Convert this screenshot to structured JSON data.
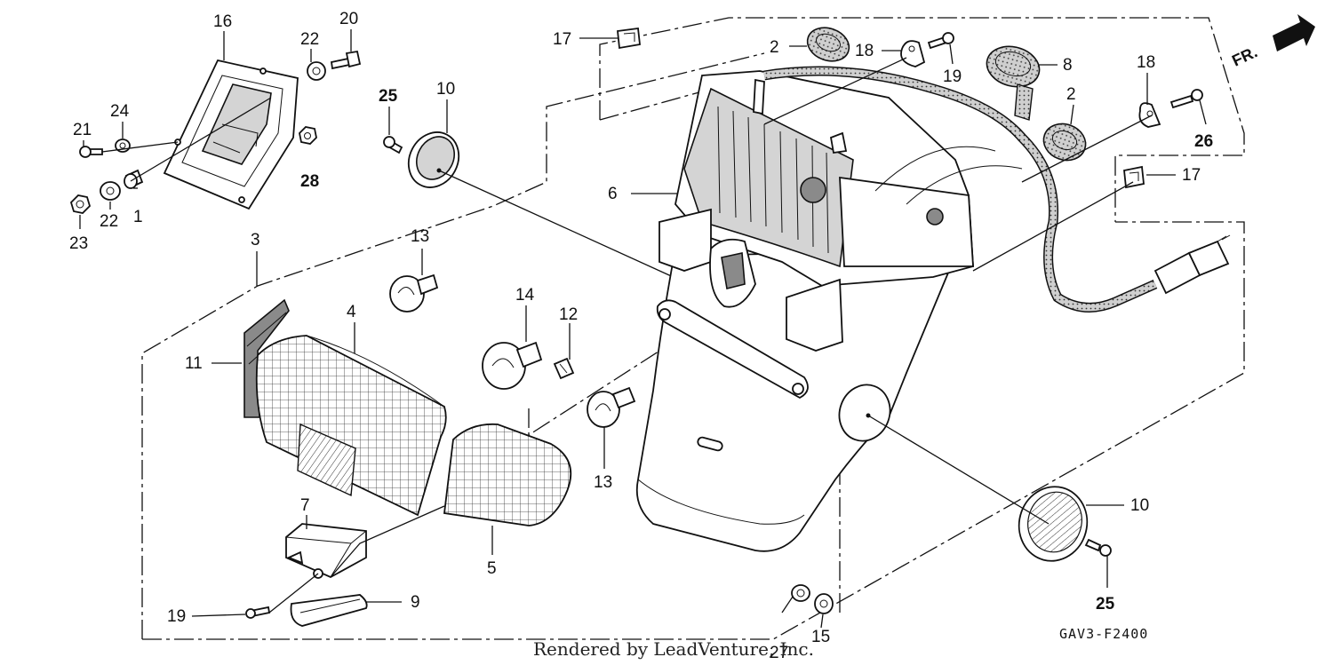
{
  "diagram": {
    "part_code": "GAV3-F2400",
    "credit": "Rendered by LeadVenture, Inc.",
    "direction_label": "FR.",
    "callouts": {
      "c1": "1",
      "c2a": "2",
      "c2b": "2",
      "c3": "3",
      "c4": "4",
      "c5": "5",
      "c6": "6",
      "c7": "7",
      "c8": "8",
      "c9": "9",
      "c10a": "10",
      "c10b": "10",
      "c11": "11",
      "c12": "12",
      "c13a": "13",
      "c13b": "13",
      "c14": "14",
      "c15": "15",
      "c16": "16",
      "c17a": "17",
      "c17b": "17",
      "c18a": "18",
      "c18b": "18",
      "c19a": "19",
      "c19b": "19",
      "c20": "20",
      "c21": "21",
      "c22a": "22",
      "c22b": "22",
      "c23": "23",
      "c24": "24",
      "c25a": "25",
      "c25b": "25",
      "c26": "26",
      "c27": "27",
      "c28": "28"
    }
  }
}
